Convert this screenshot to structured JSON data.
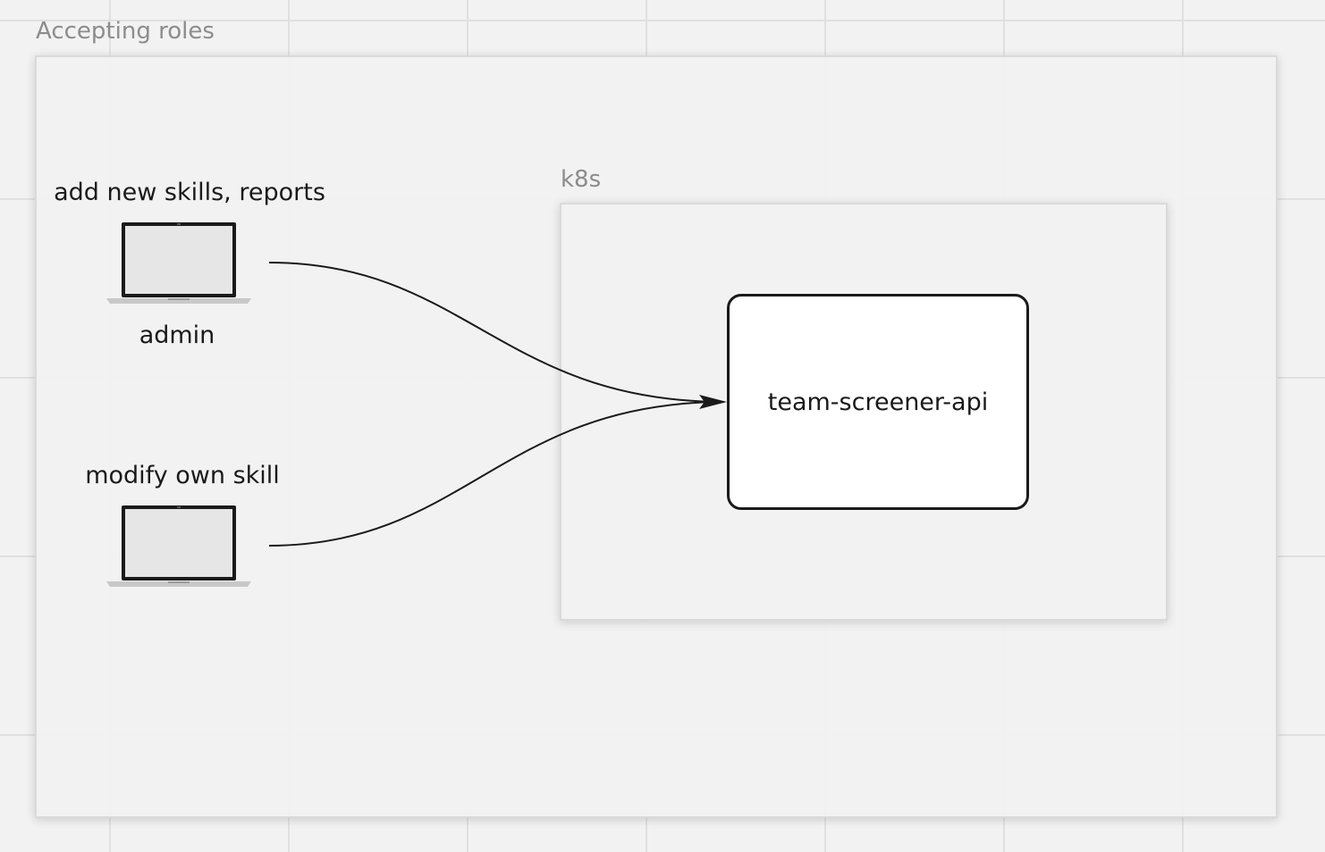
{
  "outer_frame": {
    "title": "Accepting roles"
  },
  "inner_frame": {
    "title": "k8s"
  },
  "clients": [
    {
      "top_label": "add new skills, reports",
      "bottom_label": "admin"
    },
    {
      "top_label": "modify own skill",
      "bottom_label": ""
    }
  ],
  "service": {
    "label": "team-screener-api"
  },
  "colors": {
    "canvas_background": "#f2f2f2",
    "grid_line": "#e0e0e0",
    "frame_title": "#8c8c8c",
    "stroke": "#1a1a1a",
    "service_fill": "#ffffff",
    "screen_fill": "#e6e6e6",
    "laptop_base": "#c8c8c8"
  },
  "icons": [
    "laptop-icon",
    "laptop-icon"
  ]
}
